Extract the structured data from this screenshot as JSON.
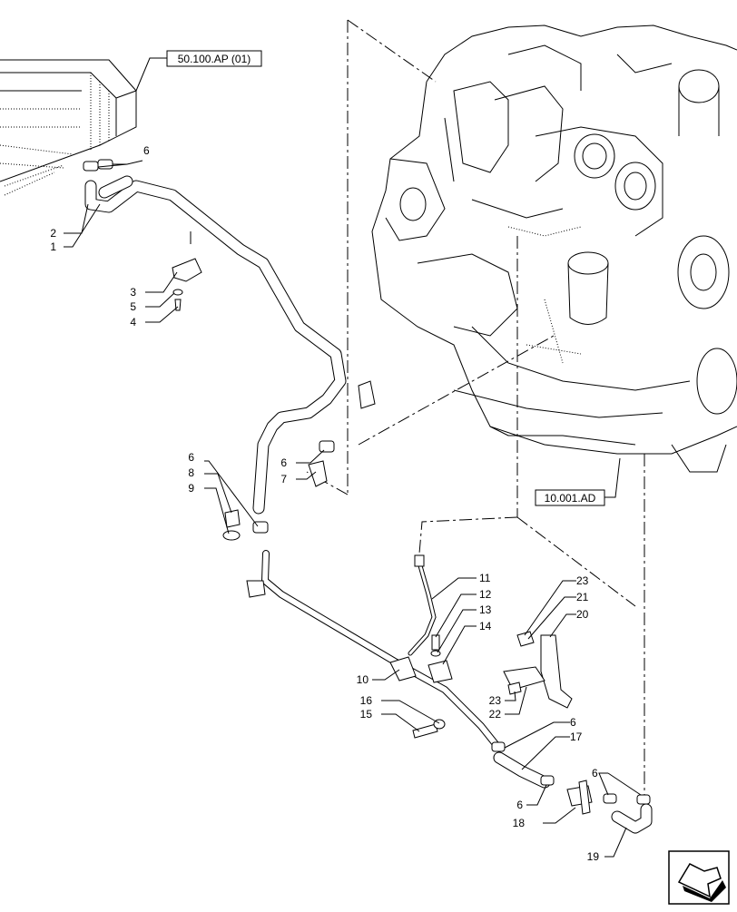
{
  "references": {
    "top": "50.100.AP (01)",
    "engine": "10.001.AD"
  },
  "callouts": {
    "c1": "1",
    "c2": "2",
    "c3": "3",
    "c4": "4",
    "c5": "5",
    "c6a": "6",
    "c6b": "6",
    "c6c": "6",
    "c6d": "6",
    "c6e": "6",
    "c6f": "6",
    "c7": "7",
    "c8": "8",
    "c9": "9",
    "c10": "10",
    "c11": "11",
    "c12": "12",
    "c13": "13",
    "c14": "14",
    "c15": "15",
    "c16": "16",
    "c17": "17",
    "c18": "18",
    "c19": "19",
    "c20": "20",
    "c21": "21",
    "c22": "22",
    "c23a": "23",
    "c23b": "23"
  },
  "icons": {
    "nav": "arrow-navigation-icon"
  }
}
